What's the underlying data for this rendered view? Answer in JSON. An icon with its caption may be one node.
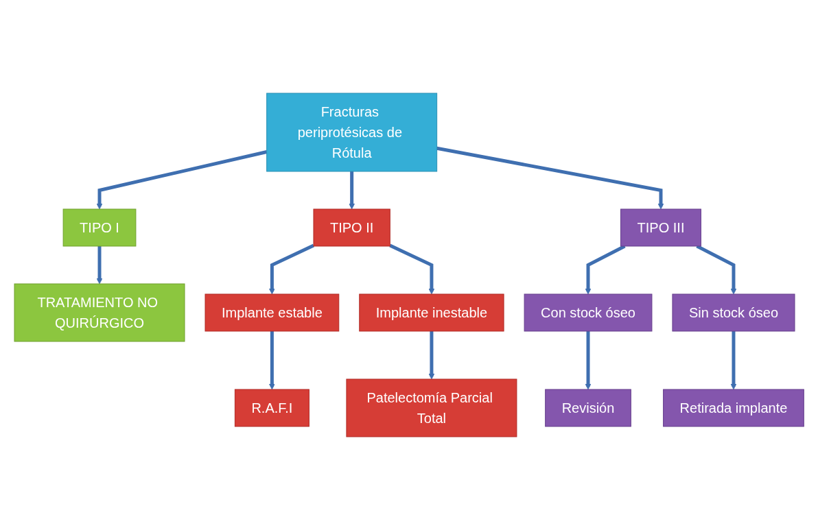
{
  "diagram": {
    "nodes": [
      {
        "text": [
          "Fracturas periprotésicas de Rótula"
        ]
      },
      {
        "text": [
          "TIPO I"
        ]
      },
      {
        "text": [
          "TIPO II"
        ]
      },
      {
        "text": [
          "TIPO III"
        ]
      },
      {
        "text": [
          "TRATAMIENTO NO QUIRÚRGICO"
        ]
      },
      {
        "text": [
          "Implante estable"
        ]
      },
      {
        "text": [
          "Implante inestable"
        ]
      },
      {
        "text": [
          "R.A.F.I"
        ]
      },
      {
        "text": [
          "Patelectomía Parcial Total"
        ]
      },
      {
        "text": [
          "Con stock óseo"
        ]
      },
      {
        "text": [
          "Sin stock óseo"
        ]
      },
      {
        "text": [
          "Revisión"
        ]
      },
      {
        "text": [
          "Retirada implante"
        ]
      }
    ],
    "edges": [
      {
        "from": 0,
        "to": 1,
        "arrow": "to"
      },
      {
        "from": 0,
        "to": 2,
        "arrow": "to"
      },
      {
        "from": 0,
        "to": 3,
        "arrow": "to"
      },
      {
        "from": 1,
        "to": 4,
        "arrow": "to"
      },
      {
        "from": 2,
        "to": 5,
        "arrow": "to"
      },
      {
        "from": 2,
        "to": 6,
        "arrow": "to"
      },
      {
        "from": 5,
        "to": 7,
        "arrow": "to"
      },
      {
        "from": 6,
        "to": 8,
        "arrow": "to"
      },
      {
        "from": 3,
        "to": 9,
        "arrow": "to"
      },
      {
        "from": 3,
        "to": 10,
        "arrow": "to"
      },
      {
        "from": 9,
        "to": 11,
        "arrow": "to"
      },
      {
        "from": 10,
        "to": 12,
        "arrow": "to"
      }
    ]
  }
}
